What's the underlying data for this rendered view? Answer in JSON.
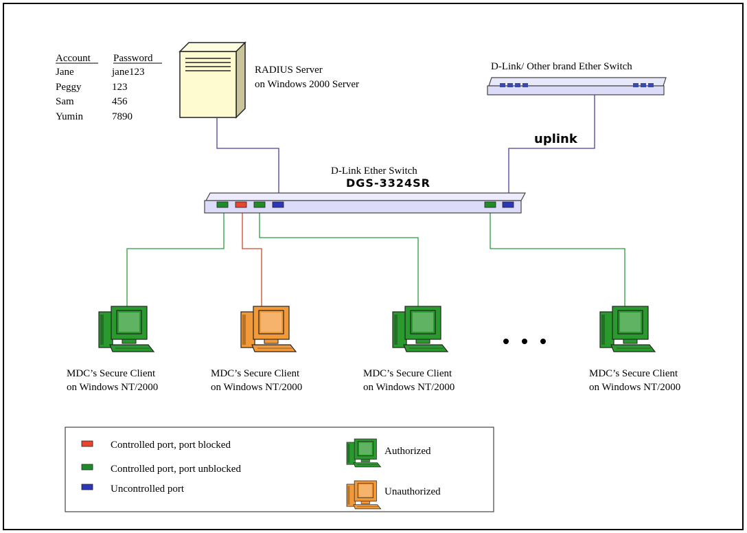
{
  "accounts": {
    "header_account": "Account",
    "header_password": "Password",
    "rows": [
      {
        "account": "Jane",
        "password": "jane123"
      },
      {
        "account": "Peggy",
        "password": "123"
      },
      {
        "account": "Sam",
        "password": "456"
      },
      {
        "account": "Yumin",
        "password": "7890"
      }
    ]
  },
  "radius": {
    "line1": "RADIUS Server",
    "line2": "on Windows 2000 Server"
  },
  "other_switch": {
    "label": "D-Link/ Other brand Ether Switch",
    "uplink": "uplink"
  },
  "main_switch": {
    "label": "D-Link Ether Switch",
    "model": "DGS-3324SR"
  },
  "clients": [
    {
      "line1": "MDC’s Secure Client",
      "line2": "on Windows NT/2000",
      "status": "authorized"
    },
    {
      "line1": "MDC’s Secure Client",
      "line2": "on Windows NT/2000",
      "status": "unauthorized"
    },
    {
      "line1": "MDC’s Secure Client",
      "line2": "on Windows NT/2000",
      "status": "authorized"
    },
    {
      "line1": "MDC’s Secure Client",
      "line2": "on Windows NT/2000",
      "status": "authorized"
    }
  ],
  "legend": {
    "blocked": "Controlled port, port blocked",
    "unblocked": "Controlled port, port unblocked",
    "uncontrolled": "Uncontrolled port",
    "authorized": "Authorized",
    "unauthorized": "Unauthorized"
  },
  "colors": {
    "blocked_port": "#e8452c",
    "unblocked_port": "#1f8c2a",
    "uncontrolled_port": "#2b36b8",
    "authorized_pc": "#2a9a2e",
    "unauthorized_pc": "#f29a3a",
    "server_cable": "#4b3f9e",
    "client_cable_ok": "#2d9a3a",
    "client_cable_blocked": "#d6452a",
    "switch_body": "#dcdcf8"
  }
}
